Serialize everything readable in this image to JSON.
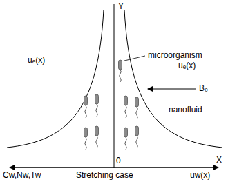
{
  "diagram": {
    "labels": [
      "Y",
      "microorganism",
      "uₑ(x)",
      "uₑ(x)",
      "B₀",
      "nanofluid",
      "X",
      "0",
      "Cw,Nw,Tw",
      "Stretching case",
      "uw(x)"
    ]
  }
}
